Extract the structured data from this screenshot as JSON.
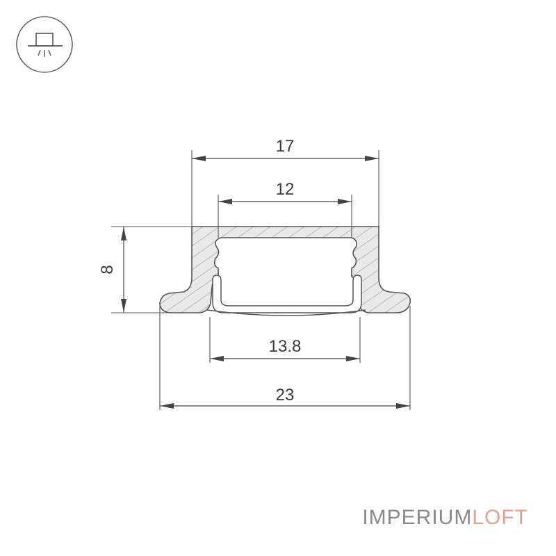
{
  "dimensions": {
    "top_outer_width": "17",
    "top_inner_width": "12",
    "height": "8",
    "diffuser_width": "13.8",
    "flange_width": "23"
  },
  "logo": {
    "part1": "IMPERIUM",
    "part2": "LOFT"
  },
  "icons": {
    "mount_type": "recessed-ceiling-light-icon"
  },
  "colors": {
    "line": "#555555",
    "profile_fill": "#e6e6e6",
    "hatch": "#999999",
    "logo_grey": "#8a8a8a",
    "logo_accent": "#e2a193"
  }
}
